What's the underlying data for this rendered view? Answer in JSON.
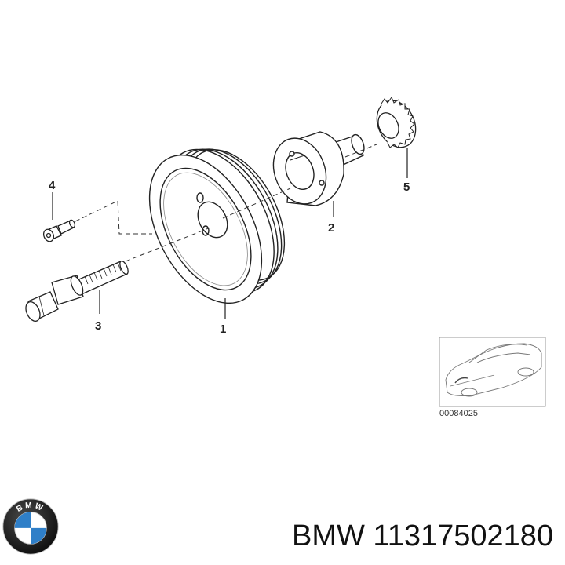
{
  "diagram": {
    "callouts": {
      "pulley": "1",
      "hub": "2",
      "bolt": "3",
      "screw": "4",
      "sprocket": "5"
    },
    "thumbnail": {
      "reference": "00084025"
    }
  },
  "caption": {
    "text": "BMW 11317502180"
  },
  "brand": {
    "logo_letters": "BMW",
    "colors": {
      "ring": "#1a1a1a",
      "blue": "#2f7fc8",
      "white": "#ffffff"
    }
  }
}
